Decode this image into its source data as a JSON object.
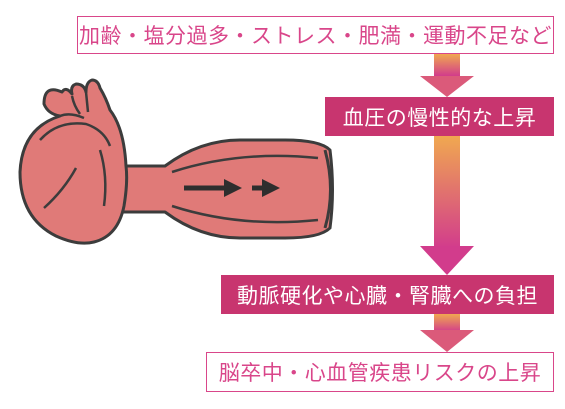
{
  "diagram": {
    "causes": "加齢・塩分過多・ストレス・肥満・運動不足など",
    "step1": "血圧の慢性的な上昇",
    "step2": "動脈硬化や心臓・腎臓への負担",
    "result": "脳卒中・心血管疾患リスクの上昇"
  },
  "colors": {
    "accent": "#c8356f",
    "outline_text": "#d9468a",
    "arrow_top": "#f0a850",
    "arrow_bottom": "#d23c8c",
    "heart_fill": "#e07a78",
    "outline": "#3c3c3c"
  }
}
